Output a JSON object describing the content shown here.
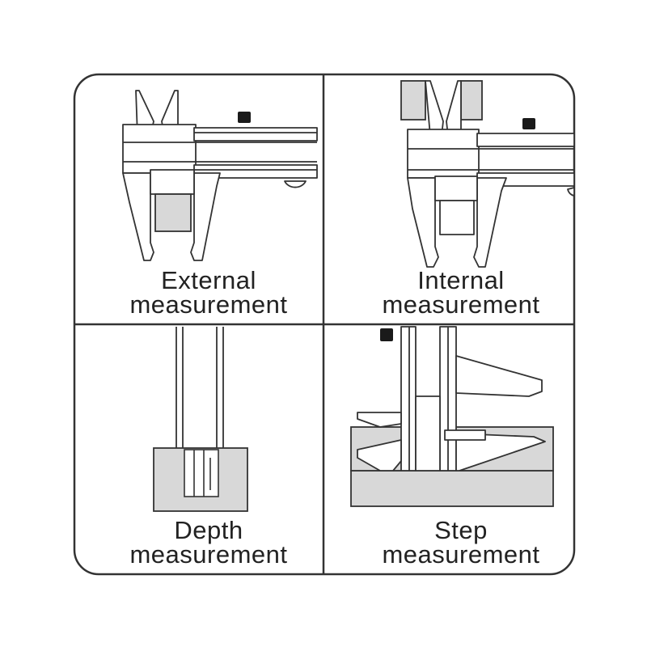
{
  "panels": [
    {
      "id": "external",
      "line1": "External",
      "line2": "measurement"
    },
    {
      "id": "internal",
      "line1": "Internal",
      "line2": "measurement"
    },
    {
      "id": "depth",
      "line1": "Depth",
      "line2": "measurement"
    },
    {
      "id": "step",
      "line1": "Step",
      "line2": "measurement"
    }
  ],
  "colors": {
    "stroke": "#333333",
    "fill_gray": "#d8d8d8",
    "fill_light": "#e4e4e4",
    "screw": "#1a1a1a"
  }
}
